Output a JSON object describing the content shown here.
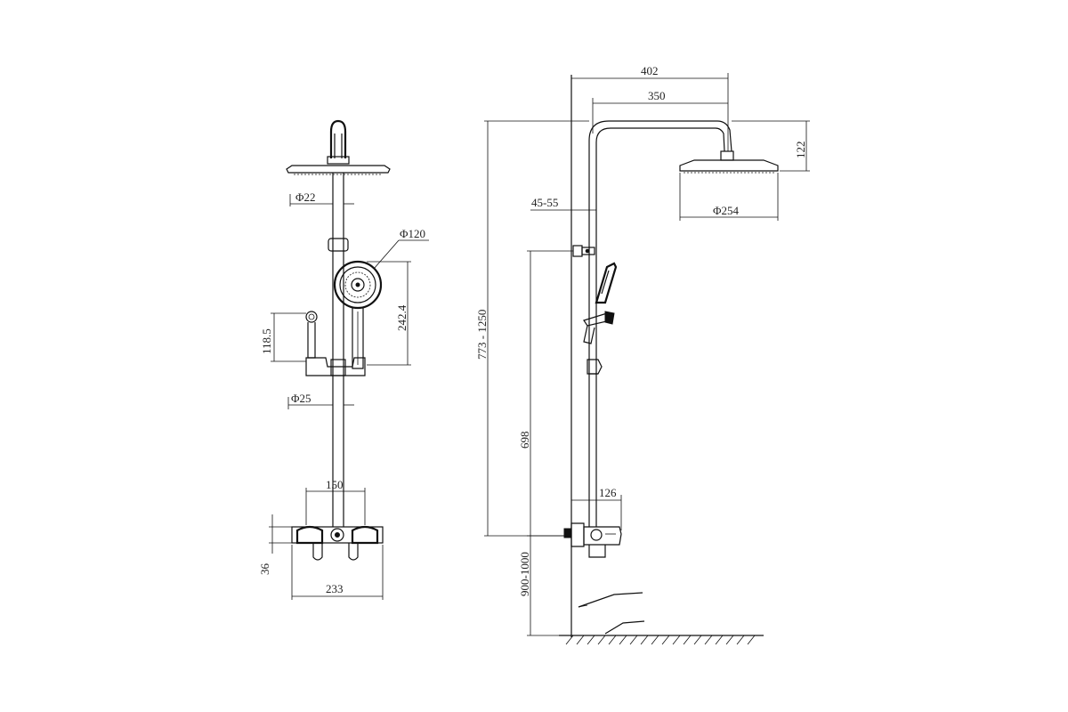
{
  "front_view": {
    "dim_pipe_upper": "Φ22",
    "dim_hand_shower": "Φ120",
    "dim_slide_height": "242.4",
    "dim_handle_height": "118.5",
    "dim_pipe_lower": "Φ25",
    "dim_mixer_centers": "150",
    "dim_mixer_depth": "36",
    "dim_mixer_width": "233"
  },
  "side_view": {
    "dim_overall_reach": "402",
    "dim_arm_reach": "350",
    "dim_head_drop": "122",
    "dim_wall_gap": "45-55",
    "dim_head_diameter": "Φ254",
    "dim_total_height": "773 - 1250",
    "dim_slide_bar_height": "698",
    "dim_outlet_offset": "126",
    "dim_mount_height": "900-1000"
  },
  "colors": {
    "line": "#111111",
    "background": "#ffffff"
  }
}
